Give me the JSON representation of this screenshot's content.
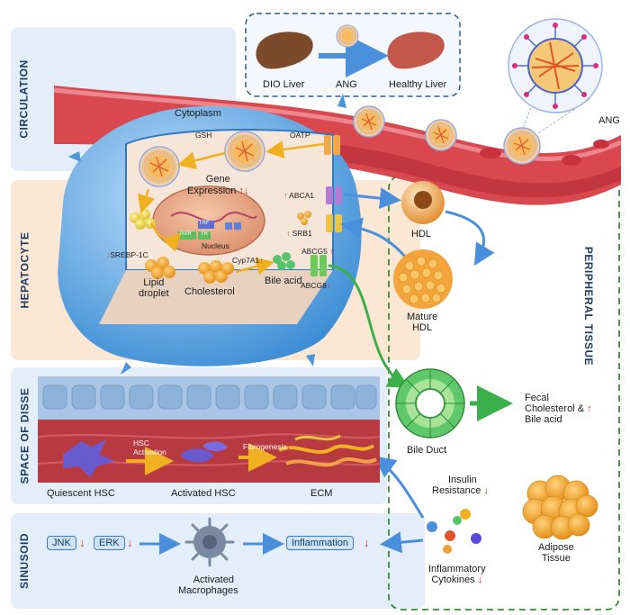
{
  "sections": {
    "circulation": "CIRCULATION",
    "hepatocyte": "HEPATOCYTE",
    "space_of_disse": "SPACE OF DISSE",
    "sinusoid": "SINUSOID",
    "peripheral_tissue": "PERIPHERAL TISSUE"
  },
  "top_box": {
    "dio_liver": "DIO Liver",
    "ang": "ANG",
    "healthy_liver": "Healthy Liver"
  },
  "ang_zoom_label": "ANG",
  "hepatocyte": {
    "cytoplasm": "Cytoplasm",
    "gsh": "GSH",
    "oatp": "OATP",
    "gene_expression_line1": "Gene",
    "gene_expression_line2": "Expression",
    "trf": "TRF",
    "rxr": "RXR",
    "tr": "TR",
    "nucleus": "Nucleus",
    "abca1": "ABCA1",
    "srb1": "SRB1",
    "abcg5": "ABCG5",
    "abcg8": "ABCG8",
    "srebp1c": "SREBP-1C",
    "lipid_droplet_line1": "Lipid",
    "lipid_droplet_line2": "droplet",
    "cholesterol": "Cholesterol",
    "cyp7a1": "Cyp7A1",
    "bile_acid": "Bile acid"
  },
  "peripheral": {
    "hdl": "HDL",
    "mature_hdl_line1": "Mature",
    "mature_hdl_line2": "HDL",
    "bile_duct": "Bile Duct",
    "fecal_line1": "Fecal",
    "fecal_line2": "Cholesterol &",
    "fecal_line3": "Bile acid",
    "insulin_line1": "Insulin",
    "insulin_line2": "Resistance",
    "adipose_line1": "Adipose",
    "adipose_line2": "Tissue",
    "cytokines_line1": "Inflammatory",
    "cytokines_line2": "Cytokines"
  },
  "disse": {
    "hsc_activation_line1": "HSC",
    "hsc_activation_line2": "Activation",
    "fibrogenesis": "Fibrogenesis",
    "quiescent_hsc": "Quiescent HSC",
    "activated_hsc": "Activated HSC",
    "ecm": "ECM"
  },
  "sinusoid": {
    "jnk": "JNK",
    "erk": "ERK",
    "macrophages_line1": "Activated",
    "macrophages_line2": "Macrophages",
    "inflammation": "Inflammation"
  },
  "arrows": {
    "up": "↑",
    "down": "↓"
  },
  "colors": {
    "panel_blue": "#e3eefa",
    "panel_orange": "#fbe7d4",
    "peripheral_border": "#3a8a3a",
    "vessel_red": "#d9474f",
    "cell_blue": "#5fa7e0",
    "arrow_red": "#d8282a",
    "pill_fill": "#cfe3f7"
  }
}
